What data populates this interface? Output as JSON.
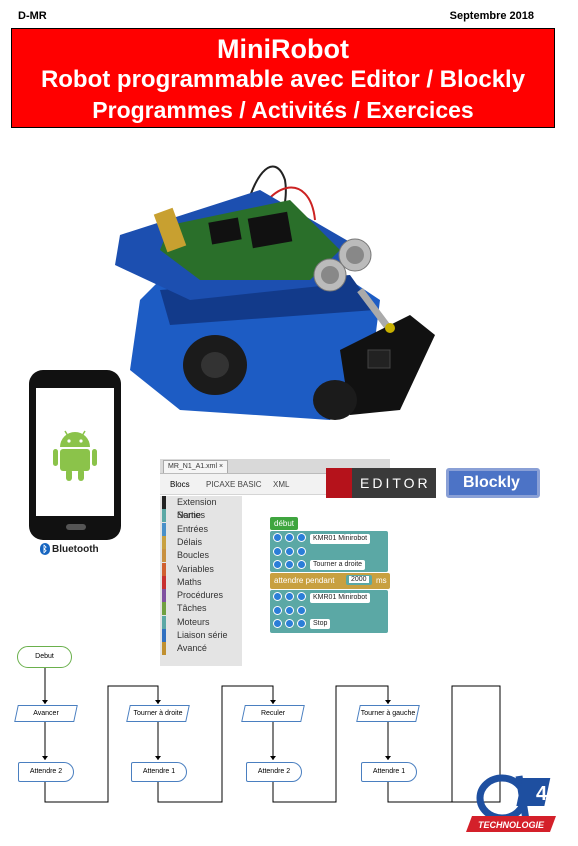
{
  "header": {
    "ref": "D-MR",
    "date": "Septembre 2018"
  },
  "banner": {
    "title": "MiniRobot",
    "subtitle": "Robot programmable avec Editor / Blockly",
    "tagline": "Programmes / Activités / Exercices"
  },
  "colors": {
    "banner": "#ff0000",
    "editor_red": "#b5121b",
    "blockly_blue": "#4c73c6",
    "block_teal": "#5ba8a5"
  },
  "phone": {
    "bluetooth_label": "Bluetooth"
  },
  "editor_window": {
    "file_tab": "MR_N1_A1.xml",
    "tabs": [
      "Blocs",
      "PICAXE BASIC",
      "XML"
    ],
    "categories": [
      {
        "label": "Extension Name",
        "color": "#222222"
      },
      {
        "label": "Sorties",
        "color": "#5ba8a5"
      },
      {
        "label": "Entrées",
        "color": "#4a90c8"
      },
      {
        "label": "Délais",
        "color": "#c8a040"
      },
      {
        "label": "Boucles",
        "color": "#c89040"
      },
      {
        "label": "Variables",
        "color": "#d06030"
      },
      {
        "label": "Maths",
        "color": "#c83030"
      },
      {
        "label": "Procédures",
        "color": "#8050a0"
      },
      {
        "label": "Tâches",
        "color": "#70a040"
      },
      {
        "label": "Moteurs",
        "color": "#5ba8a5"
      },
      {
        "label": "Liaison série",
        "color": "#3070c0"
      },
      {
        "label": "Avancé",
        "color": "#c09030"
      }
    ],
    "blocks": {
      "start": "début",
      "robot_1": "KMR01 Minirobot",
      "turn": "Tourner a droite",
      "wait": "attendre pendant",
      "wait_value": "2000",
      "wait_unit": "ms",
      "robot_2": "KMR01 Minirobot",
      "stop": "Stop"
    }
  },
  "logos": {
    "editor": "EDITOR",
    "blockly": "Blockly",
    "a4_word": "TECHNOLOGIE",
    "a4_mark": "A4"
  },
  "flowchart": {
    "start": "Debut",
    "actions": [
      "Avancer",
      "Tourner à droite",
      "Reculer",
      "Tourner à gauche"
    ],
    "waits": [
      "Attendre 2",
      "Attendre 1",
      "Attendre 2",
      "Attendre 1"
    ]
  }
}
